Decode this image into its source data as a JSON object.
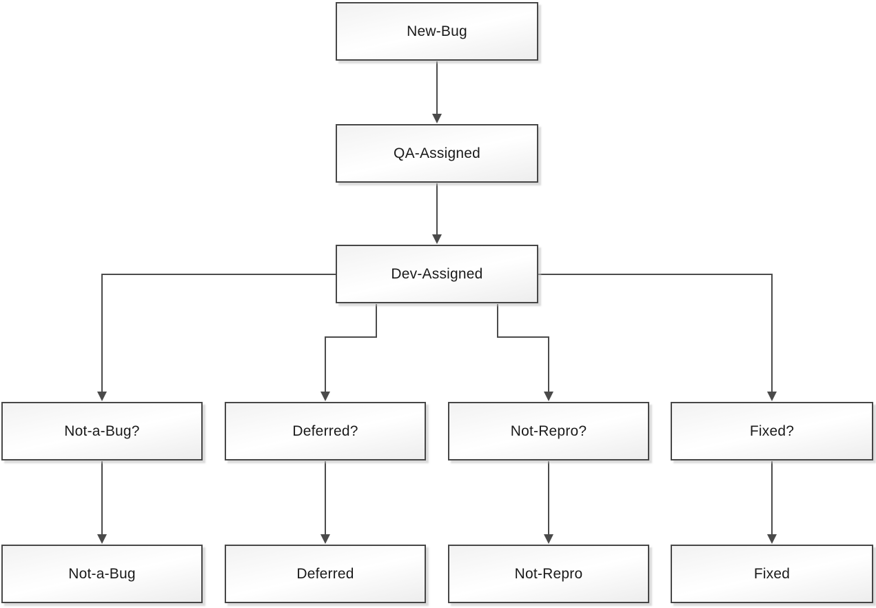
{
  "diagram": {
    "type": "flowchart",
    "background": "#ffffff",
    "nodes": [
      {
        "id": "new-bug",
        "label": "New-Bug"
      },
      {
        "id": "qa-assigned",
        "label": "QA-Assigned"
      },
      {
        "id": "dev-assigned",
        "label": "Dev-Assigned"
      },
      {
        "id": "not-a-bug-question",
        "label": "Not-a-Bug?"
      },
      {
        "id": "deferred-question",
        "label": "Deferred?"
      },
      {
        "id": "not-repro-question",
        "label": "Not-Repro?"
      },
      {
        "id": "fixed-question",
        "label": "Fixed?"
      },
      {
        "id": "not-a-bug",
        "label": "Not-a-Bug"
      },
      {
        "id": "deferred",
        "label": "Deferred"
      },
      {
        "id": "not-repro",
        "label": "Not-Repro"
      },
      {
        "id": "fixed",
        "label": "Fixed"
      }
    ],
    "edges": [
      {
        "from": "new-bug",
        "to": "qa-assigned"
      },
      {
        "from": "qa-assigned",
        "to": "dev-assigned"
      },
      {
        "from": "dev-assigned",
        "to": "not-a-bug-question"
      },
      {
        "from": "dev-assigned",
        "to": "deferred-question"
      },
      {
        "from": "dev-assigned",
        "to": "not-repro-question"
      },
      {
        "from": "dev-assigned",
        "to": "fixed-question"
      },
      {
        "from": "not-a-bug-question",
        "to": "not-a-bug"
      },
      {
        "from": "deferred-question",
        "to": "deferred"
      },
      {
        "from": "not-repro-question",
        "to": "not-repro"
      },
      {
        "from": "fixed-question",
        "to": "fixed"
      }
    ],
    "colors": {
      "node_border": "#464646",
      "node_fill_top": "#f2f2f2",
      "node_fill_bottom": "#ededed",
      "connector": "#4a4a4a",
      "arrowhead": "#4a4a4a",
      "shadow": "#bebebe",
      "text": "#1a1a1a",
      "background": "#ffffff"
    }
  }
}
